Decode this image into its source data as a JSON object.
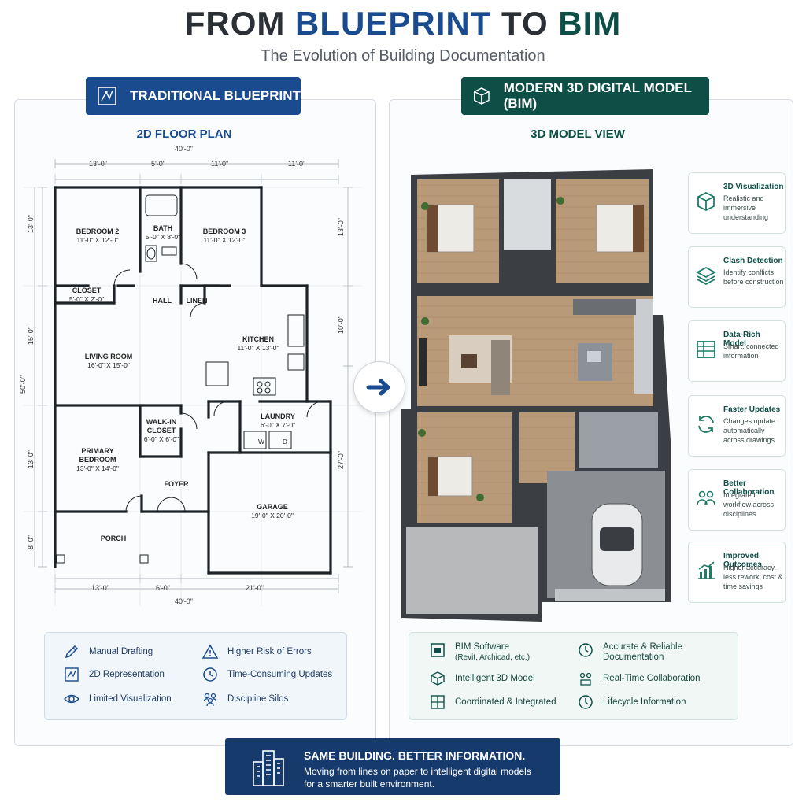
{
  "header": {
    "title_part1": "FROM ",
    "title_part2": "BLUEPRINT",
    "title_part3": " TO ",
    "title_part4": "BIM",
    "subtitle": "The Evolution of Building Documentation"
  },
  "left": {
    "badge": "TRADITIONAL BLUEPRINT",
    "section_title": "2D FLOOR PLAN",
    "dims": {
      "top_total": "40'-0\"",
      "top": [
        "13'-0\"",
        "5'-0\"",
        "11'-0\"",
        "11'-0\""
      ],
      "bottom": [
        "13'-0\"",
        "6'-0\"",
        "21'-0\""
      ],
      "bottom_total": "40'-0\"",
      "left": [
        "13'-0\"",
        "15'-0\"",
        "13'-0\"",
        "8'-0\""
      ],
      "left_total": "50'-0\"",
      "right": [
        "13'-0\"",
        "10'-0\"",
        "27'-0\""
      ]
    },
    "rooms": [
      {
        "name": "BEDROOM 2",
        "size": "11'-0\" X 12'-0\""
      },
      {
        "name": "BATH",
        "size": "5'-0\" X 8'-0\""
      },
      {
        "name": "BEDROOM 3",
        "size": "11'-0\" X 12'-0\""
      },
      {
        "name": "CLOSET",
        "size": "5'-0\" X 2'-0\""
      },
      {
        "name": "HALL",
        "size": ""
      },
      {
        "name": "LINEN",
        "size": ""
      },
      {
        "name": "KITCHEN",
        "size": "11'-0\" X 13'-0\""
      },
      {
        "name": "LIVING ROOM",
        "size": "16'-0\" X 15'-0\""
      },
      {
        "name": "WALK-IN CLOSET",
        "size": "6'-0\" X 6'-0\""
      },
      {
        "name": "LAUNDRY",
        "size": "6'-0\" X 7'-0\""
      },
      {
        "name": "PRIMARY BEDROOM",
        "size": "13'-0\" X 14'-0\""
      },
      {
        "name": "FOYER",
        "size": ""
      },
      {
        "name": "GARAGE",
        "size": "19'-0\" X 20'-0\""
      },
      {
        "name": "PORCH",
        "size": ""
      }
    ],
    "appliances": [
      "W",
      "D"
    ],
    "legend": [
      {
        "label": "Manual Drafting",
        "icon": "pencil-icon"
      },
      {
        "label": "Higher Risk of Errors",
        "icon": "warning-icon"
      },
      {
        "label": "2D Representation",
        "icon": "drawing-icon"
      },
      {
        "label": "Time-Consuming Updates",
        "icon": "clock-icon"
      },
      {
        "label": "Limited Visualization",
        "icon": "eye-icon"
      },
      {
        "label": "Discipline Silos",
        "icon": "people-icon"
      }
    ]
  },
  "right": {
    "badge": "MODERN 3D DIGITAL MODEL (BIM)",
    "section_title": "3D MODEL VIEW",
    "features": [
      {
        "title": "3D Visualization",
        "desc": "Realistic and immersive understanding",
        "icon": "cube-icon"
      },
      {
        "title": "Clash Detection",
        "desc": "Identify conflicts before construction",
        "icon": "layers-icon"
      },
      {
        "title": "Data-Rich Model",
        "desc": "Smart, connected information",
        "icon": "table-icon"
      },
      {
        "title": "Faster Updates",
        "desc": "Changes update automatically across drawings",
        "icon": "refresh-icon"
      },
      {
        "title": "Better Collaboration",
        "desc": "Integrated workflow across disciplines",
        "icon": "team-icon"
      },
      {
        "title": "Improved Outcomes",
        "desc": "Higher accuracy, less rework, cost & time savings",
        "icon": "chart-icon"
      }
    ],
    "legend": [
      {
        "label": "BIM Software",
        "sub": "(Revit, Archicad, etc.)",
        "icon": "software-icon"
      },
      {
        "label": "Accurate & Reliable",
        "sub": "Documentation",
        "icon": "clock-check-icon"
      },
      {
        "label": "Intelligent 3D Model",
        "sub": "",
        "icon": "cube-icon"
      },
      {
        "label": "Real-Time Collaboration",
        "sub": "",
        "icon": "collab-icon"
      },
      {
        "label": "Coordinated & Integrated",
        "sub": "",
        "icon": "grid-icon"
      },
      {
        "label": "Lifecycle Information",
        "sub": "",
        "icon": "lifecycle-icon"
      }
    ]
  },
  "footer": {
    "headline": "SAME BUILDING. BETTER INFORMATION.",
    "line1": "Moving from lines on paper to intelligent digital models",
    "line2": "for a smarter built environment."
  },
  "colors": {
    "blue": "#1b4b8f",
    "green": "#0d4f47",
    "navy": "#173a6c"
  }
}
